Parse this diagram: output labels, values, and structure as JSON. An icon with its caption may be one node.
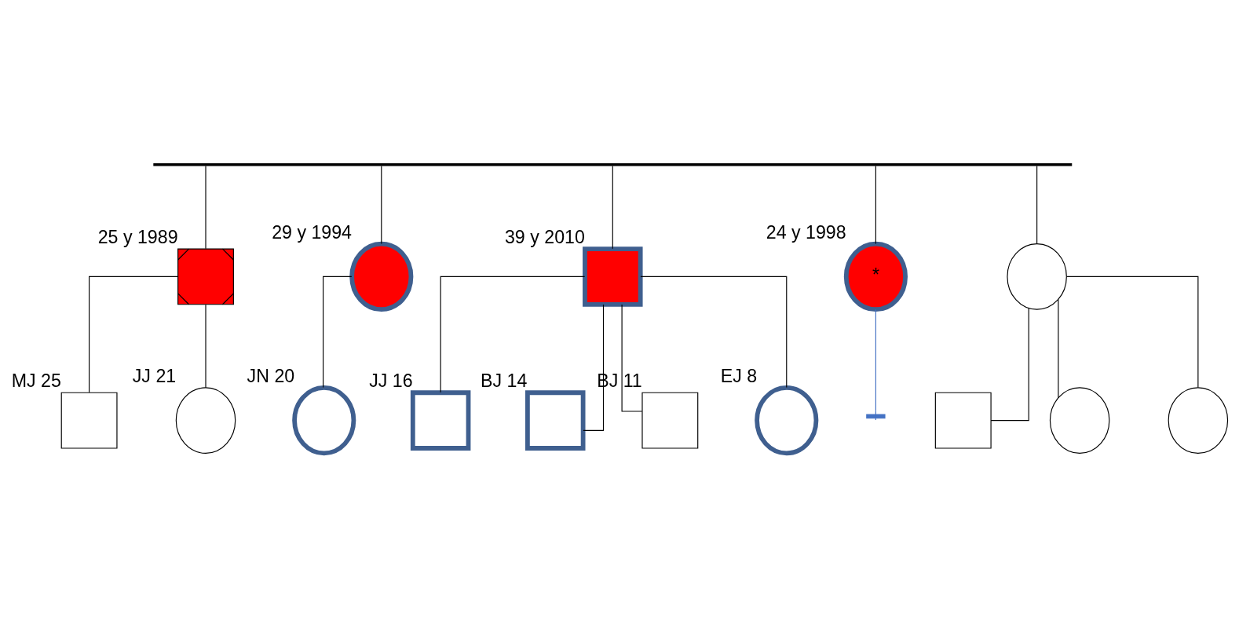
{
  "diagram": {
    "nodes": [
      {
        "text": [],
        "shape": "bar"
      },
      {
        "text": [],
        "shape": "box",
        "beside": [
          "25 y 1989"
        ]
      },
      {
        "text": [],
        "shape": "circle",
        "beside": [
          "29 y 1994"
        ]
      },
      {
        "text": [],
        "shape": "box",
        "beside": [
          "39 y 2010"
        ]
      },
      {
        "text": [
          "*"
        ],
        "beside": [
          "24 y 1998"
        ]
      },
      {
        "text": [],
        "shape": "circle"
      },
      {
        "text": [],
        "shape": "box",
        "beside": [
          "MJ 25"
        ]
      },
      {
        "text": [],
        "shape": "circle",
        "beside": [
          "JJ 21"
        ]
      },
      {
        "text": [],
        "shape": "circle",
        "beside": [
          "JN 20"
        ]
      },
      {
        "text": [],
        "shape": "box",
        "beside": [
          "JJ 16"
        ]
      },
      {
        "text": [],
        "shape": "box",
        "beside": [
          "BJ 14"
        ]
      },
      {
        "text": [],
        "shape": "box",
        "beside": [
          "BJ 11"
        ]
      },
      {
        "text": [],
        "shape": "circle",
        "beside": [
          "EJ 8"
        ]
      },
      {
        "text": [],
        "shape": "box"
      },
      {
        "text": [],
        "shape": "circle"
      },
      {
        "text": [],
        "shape": "circle"
      }
    ],
    "edges": [
      {
        "from": 0,
        "to": 1,
        "arrow": "none"
      },
      {
        "from": 0,
        "to": 2,
        "arrow": "none"
      },
      {
        "from": 0,
        "to": 3,
        "arrow": "none"
      },
      {
        "from": 0,
        "to": 4,
        "arrow": "none"
      },
      {
        "from": 0,
        "to": 5,
        "arrow": "none"
      },
      {
        "from": 1,
        "to": 6,
        "arrow": "none"
      },
      {
        "from": 1,
        "to": 7,
        "arrow": "none"
      },
      {
        "from": 2,
        "to": 8,
        "arrow": "none"
      },
      {
        "from": 3,
        "to": 9,
        "arrow": "none"
      },
      {
        "from": 3,
        "to": 10,
        "arrow": "none"
      },
      {
        "from": 3,
        "to": 11,
        "arrow": "none"
      },
      {
        "from": 3,
        "to": 12,
        "arrow": "none"
      },
      {
        "from": 4,
        "to": null,
        "arrow": "other",
        "color": "#4472c4"
      },
      {
        "from": 5,
        "to": 13,
        "arrow": "none"
      },
      {
        "from": 5,
        "to": 14,
        "arrow": "none"
      },
      {
        "from": 5,
        "to": 15,
        "arrow": "none"
      }
    ]
  }
}
